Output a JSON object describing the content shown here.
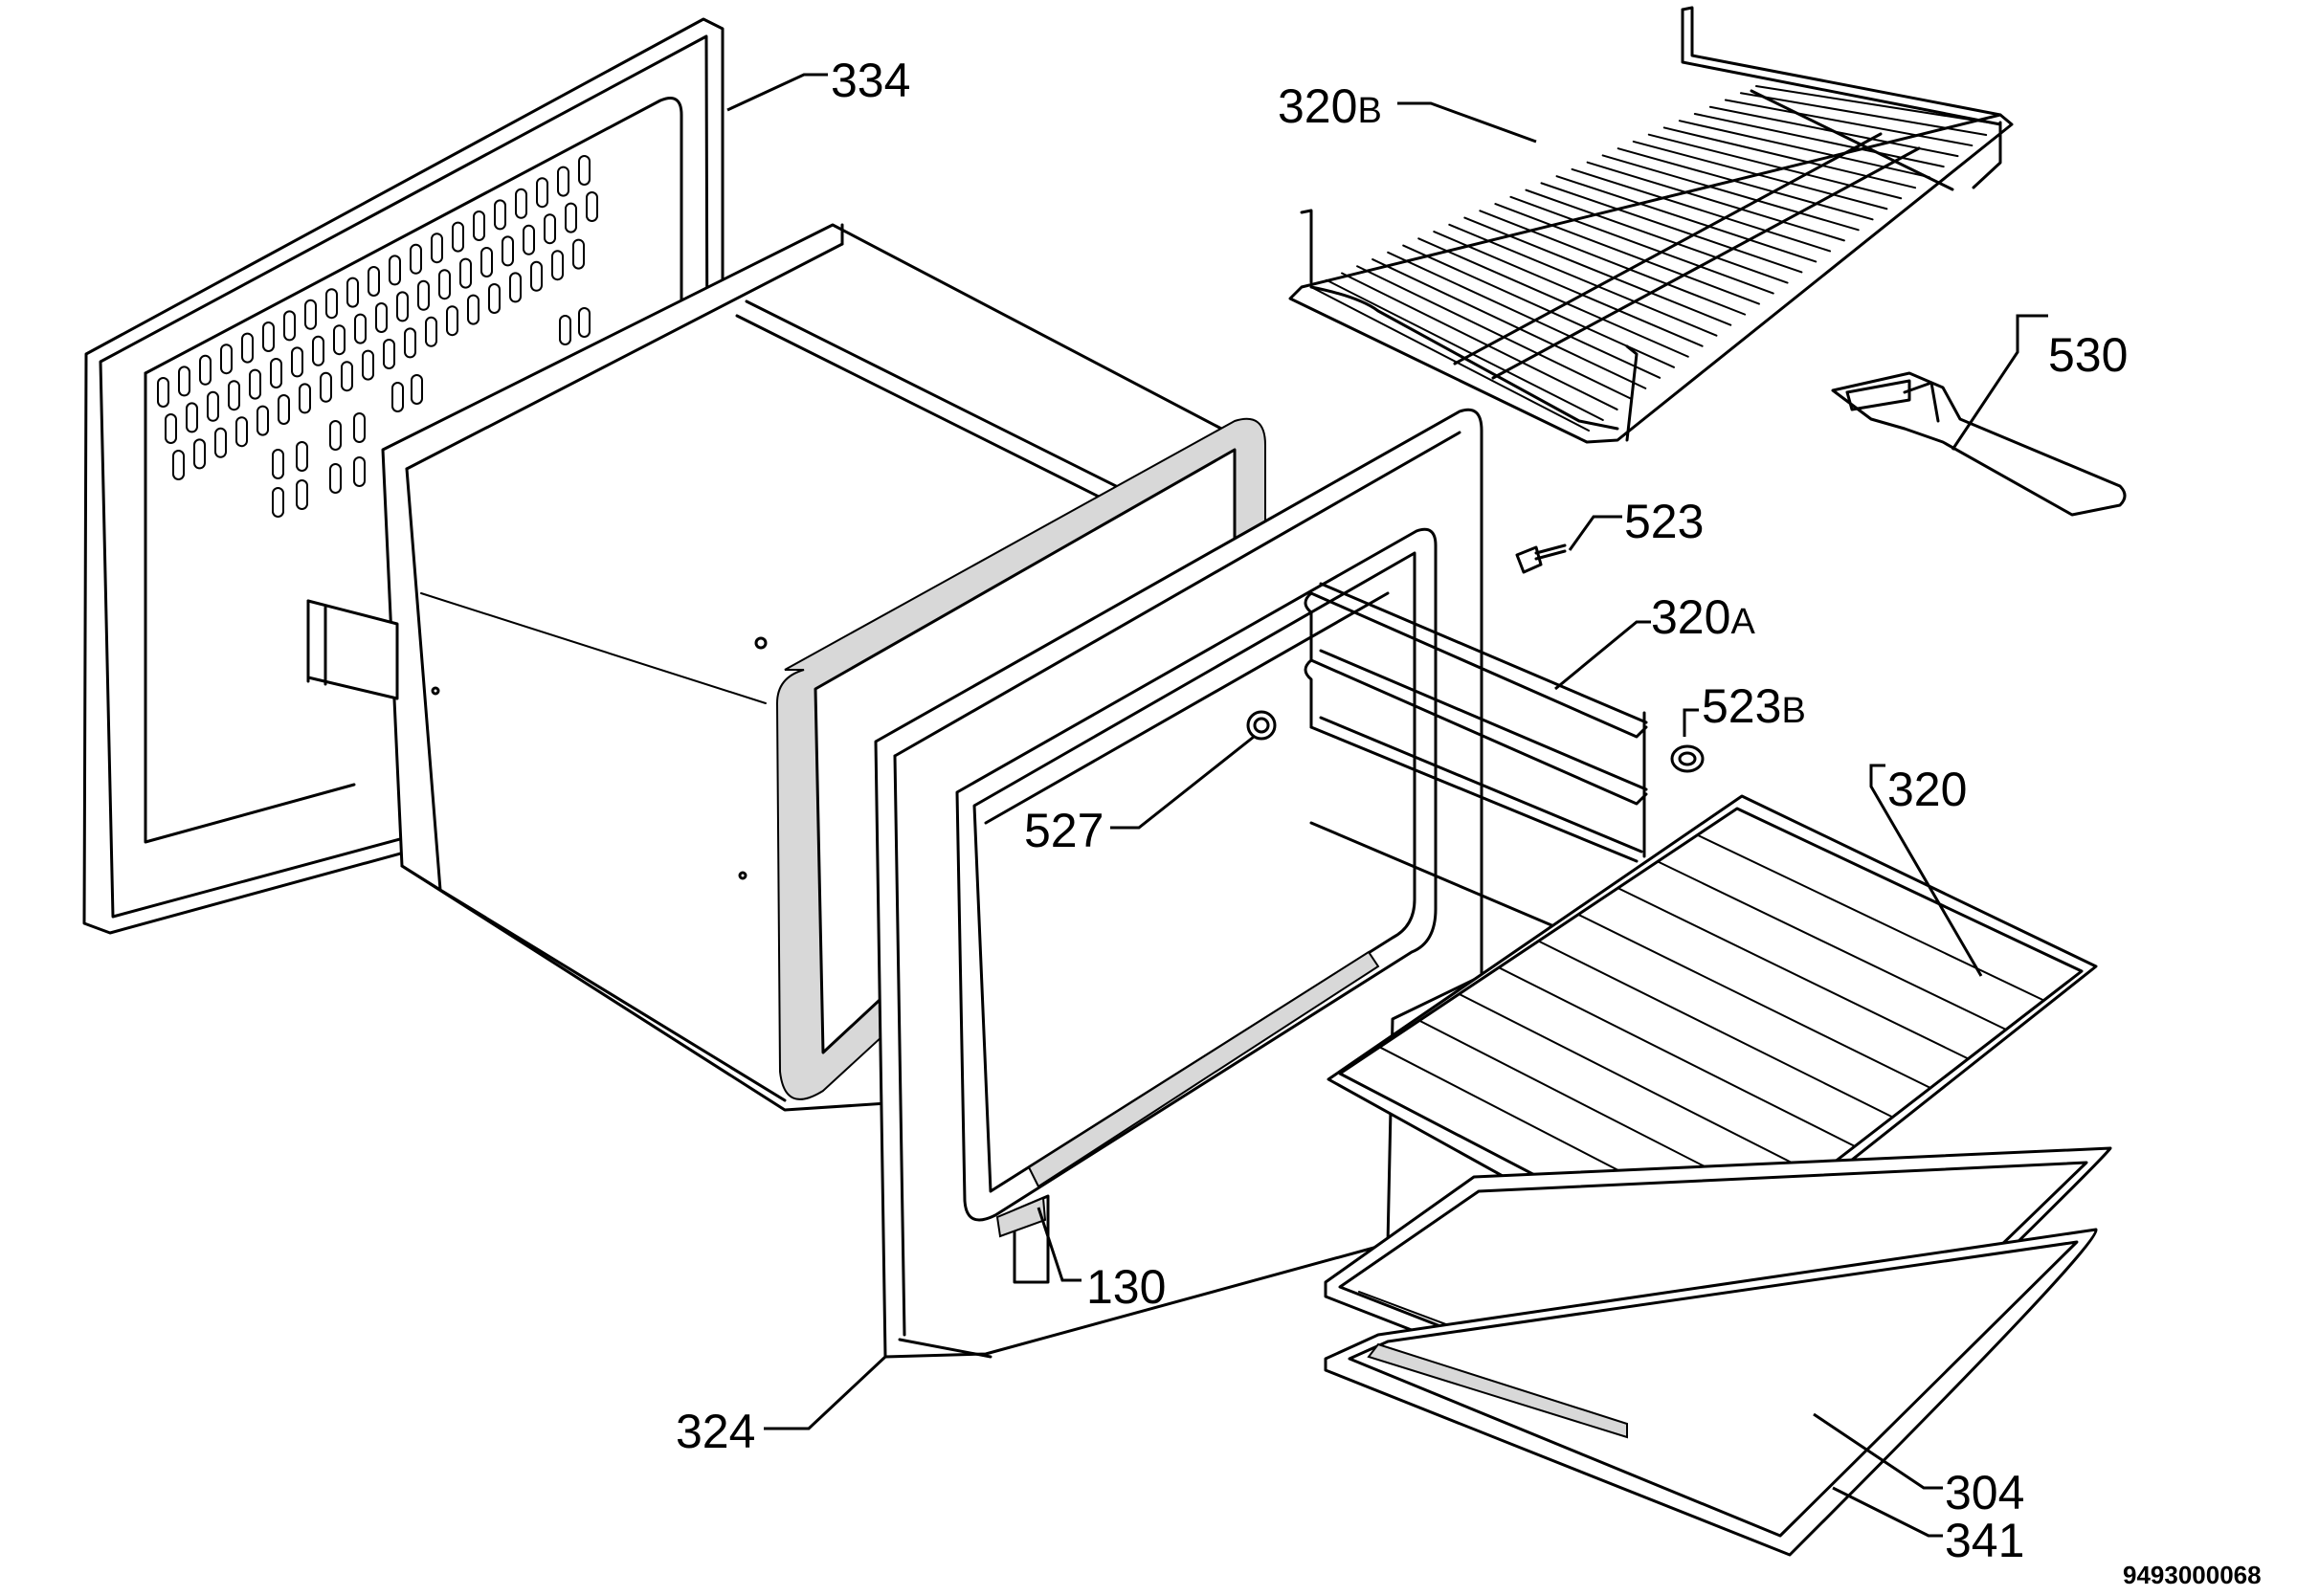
{
  "callouts": {
    "c334": "334",
    "c320b_num": "320",
    "c320b_suffix": "B",
    "c530": "530",
    "c523": "523",
    "c320a_num": "320",
    "c320a_suffix": "A",
    "c523b_num": "523",
    "c523b_suffix": "B",
    "c320": "320",
    "c527": "527",
    "c130": "130",
    "c324": "324",
    "c304": "304",
    "c341": "341"
  },
  "document_number": "9493000068"
}
